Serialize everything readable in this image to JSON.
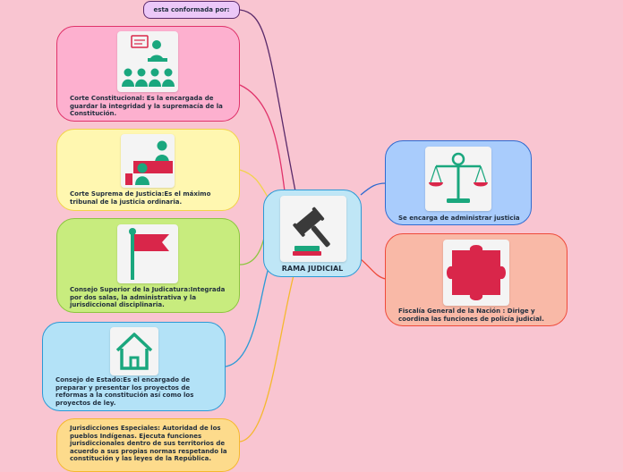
{
  "top_label": "esta conformada por:",
  "center": {
    "title": "RAMA JUDICIAL"
  },
  "left_nodes": [
    {
      "text": "Corte Constitucional: Es la encargada de guardar la integridad y la supremacía de la Constitución.",
      "icon": "presenter-audience-icon",
      "color": "#fdb0cf"
    },
    {
      "text": "Corte Suprema de Justicia:Es el máximo tribunal de la justicia ordinaria.",
      "icon": "court-judges-icon",
      "color": "#fff7b0"
    },
    {
      "text": "Consejo Superior de la Judicatura:Integrada por dos salas, la administrativa y la jurisdiccional disciplinaria.",
      "icon": "red-flag-icon",
      "color": "#c8ec7e"
    },
    {
      "text": "Consejo de Estado:Es el encargado de preparar y presentar los proyectos de reformas a la constitución así como los proyectos de ley.",
      "icon": "house-icon",
      "color": "#b3e2f7"
    },
    {
      "text": "Jurisdicciones Especiales: Autoridad de los pueblos Indígenas. Ejecuta funciones jurisdiccionales dentro de sus territorios de acuerdo a sus propias normas respetando la constitución y las leyes de la República.",
      "icon": "",
      "color": "#fddb8c"
    }
  ],
  "right_nodes": [
    {
      "text": "Se encarga de administrar justicia",
      "icon": "scales-of-justice-icon",
      "color": "#a9ccfc"
    },
    {
      "text": "Fiscalía General de la Nación : Dirige y coordina las funciones de policía judicial.",
      "icon": "puzzle-piece-icon",
      "color": "#f9b9a7"
    }
  ]
}
